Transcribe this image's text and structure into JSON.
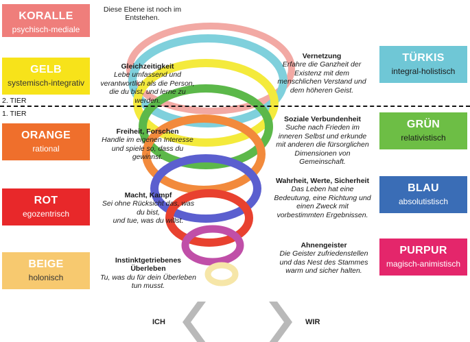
{
  "levels": {
    "koralle": {
      "name": "KORALLE",
      "sub": "psychisch-mediale",
      "bg": "#ef7e7b",
      "fg": "#ffffff",
      "fg2": "#ffffff"
    },
    "gelb": {
      "name": "GELB",
      "sub": "systemisch-integrativ",
      "bg": "#f7e31a",
      "fg": "#ffffff",
      "fg2": "#333333"
    },
    "orange": {
      "name": "ORANGE",
      "sub": "rational",
      "bg": "#ef6f2c",
      "fg": "#ffffff",
      "fg2": "#ffffff"
    },
    "rot": {
      "name": "ROT",
      "sub": "egozentrisch",
      "bg": "#e8282a",
      "fg": "#ffffff",
      "fg2": "#ffffff"
    },
    "beige": {
      "name": "BEIGE",
      "sub": "holonisch",
      "bg": "#f7c96f",
      "fg": "#ffffff",
      "fg2": "#333333"
    },
    "tuerkis": {
      "name": "TÜRKIS",
      "sub": "integral-holistisch",
      "bg": "#6fc7d6",
      "fg": "#ffffff",
      "fg2": "#1a1a1a"
    },
    "gruen": {
      "name": "GRÜN",
      "sub": "relativistisch",
      "bg": "#6dbe45",
      "fg": "#ffffff",
      "fg2": "#1a1a1a"
    },
    "blau": {
      "name": "BLAU",
      "sub": "absolutistisch",
      "bg": "#3a6db6",
      "fg": "#ffffff",
      "fg2": "#ffffff"
    },
    "purpur": {
      "name": "PURPUR",
      "sub": "magisch-animistisch",
      "bg": "#e4266b",
      "fg": "#ffffff",
      "fg2": "#ffffff"
    }
  },
  "note": "Diese Ebene ist noch im Entstehen.",
  "tiers": {
    "tier2": "2. TIER",
    "tier1": "1. TIER"
  },
  "descriptions": {
    "gelb": {
      "title": "Gleichzeitigkeit",
      "lines": [
        "Lebe umfassend und",
        "verantwortlich als die Person,",
        "die du bist, und lerne zu",
        "werden."
      ]
    },
    "orange": {
      "title": "Freiheit, Forschen",
      "lines": [
        "Handle im eigenen Interesse",
        "und spiele so, dass du",
        "gewinnst."
      ]
    },
    "rot": {
      "title": "Macht, Kampf",
      "lines": [
        "Sei ohne Rücksicht das, was",
        "du bist,",
        "und tue, was du willst."
      ]
    },
    "beige": {
      "title_lines": [
        "Instinktgetriebenes",
        "Überleben"
      ],
      "lines": [
        "Tu, was du für dein Überleben",
        "tun musst."
      ]
    },
    "tuerkis": {
      "title": "Vernetzung",
      "lines": [
        "Erfahre die Ganzheit der",
        "Existenz mit dem",
        "menschlichen Verstand und",
        "dem höheren Geist."
      ]
    },
    "gruen": {
      "title": "Soziale Verbundenheit",
      "lines": [
        "Suche nach Frieden im",
        "inneren Selbst und erkunde",
        "mit anderen die fürsorglichen",
        "Dimensionen von",
        "Gemeinschaft."
      ]
    },
    "blau": {
      "title": "Wahrheit, Werte, Sicherheit",
      "lines": [
        "Das Leben hat eine",
        "Bedeutung, eine Richtung und",
        "einen Zweck mit",
        "vorbestimmten Ergebnissen."
      ]
    },
    "purpur": {
      "title": "Ahnengeister",
      "lines": [
        "Die Geister zufriedenstellen",
        "und das Nest des Stammes",
        "warm und sicher halten."
      ]
    }
  },
  "axis": {
    "left": "ICH",
    "right": "WIR"
  },
  "spiral_colors": {
    "koralle": "#f2a9a4",
    "tuerkis": "#7fd0dc",
    "gelb": "#f4ea3c",
    "gruen": "#5cb84a",
    "orange": "#f28a3c",
    "blau": "#5b5fcf",
    "rot": "#e8412f",
    "purpur": "#c04fa8",
    "beige": "#f6e6a8"
  },
  "chevron_color": "#b9b9b9"
}
